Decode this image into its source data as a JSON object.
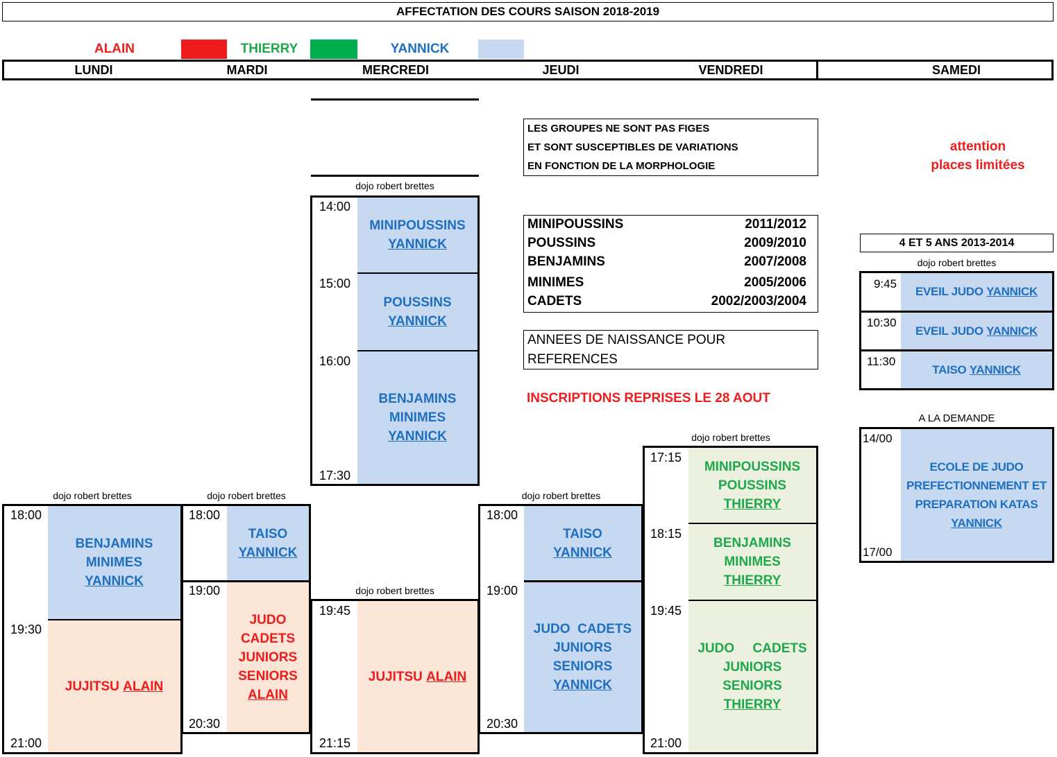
{
  "title": "AFFECTATION DES COURS SAISON 2018-2019",
  "legend": [
    {
      "name": "ALAIN",
      "color": "#ee1c1c"
    },
    {
      "name": "THIERRY",
      "color": "#1ea84b"
    },
    {
      "name": "YANNICK",
      "color": "#1f6fc1"
    }
  ],
  "swatches": {
    "alain": "#ee1c1c",
    "thierry": "#00b050",
    "yannick": "#c6d9f0"
  },
  "days": [
    "LUNDI",
    "MARDI",
    "MERCREDI",
    "JEUDI",
    "VENDREDI",
    "SAMEDI"
  ],
  "dojo": "dojo robert brettes",
  "notice": {
    "lines": [
      "LES GROUPES NE SONT PAS FIGES",
      "ET SONT SUSCEPTIBLES DE VARIATIONS",
      "EN FONCTION DE LA MORPHOLOGIE"
    ]
  },
  "attention": {
    "line1": "attention",
    "line2": "places limitées"
  },
  "generations": [
    {
      "group": "MINIPOUSSINS",
      "years": "2011/2012"
    },
    {
      "group": "POUSSINS",
      "years": "2009/2010"
    },
    {
      "group": "BENJAMINS",
      "years": "2007/2008"
    },
    {
      "group": "MINIMES",
      "years": "2005/2006"
    },
    {
      "group": "CADETS",
      "years": "2002/2003/2004"
    }
  ],
  "naissance": {
    "line1": "ANNEES DE NAISSANCE POUR",
    "line2": "REFERENCES"
  },
  "inscriptions": "INSCRIPTIONS REPRISES LE 28 AOUT",
  "mercredi_apm": {
    "times": [
      "14:00",
      "15:00",
      "16:00",
      "17:30"
    ],
    "cells": [
      {
        "lines": [
          "MINIPOUSSINS"
        ],
        "coach": "YANNICK"
      },
      {
        "lines": [
          "POUSSINS"
        ],
        "coach": "YANNICK"
      },
      {
        "lines": [
          "BENJAMINS",
          "MINIMES"
        ],
        "coach": "YANNICK"
      }
    ]
  },
  "lundi": {
    "times": [
      "18:00",
      "19:30",
      "21:00"
    ],
    "cells": [
      {
        "lines": [
          "BENJAMINS",
          "MINIMES"
        ],
        "coach": "YANNICK"
      },
      {
        "prefix": "JUJITSU",
        "coach": "ALAIN"
      }
    ]
  },
  "mardi": {
    "times": [
      "18:00",
      "19:00",
      "20:30"
    ],
    "cells": [
      {
        "lines": [
          "TAISO"
        ],
        "coach": "YANNICK"
      },
      {
        "lines": [
          "JUDO",
          "CADETS",
          "JUNIORS",
          "SENIORS"
        ],
        "coach": "ALAIN"
      }
    ]
  },
  "mercredi_soir": {
    "times": [
      "19:45",
      "21:15"
    ],
    "cells": [
      {
        "prefix": "JUJITSU",
        "coach": "ALAIN"
      }
    ]
  },
  "jeudi": {
    "times": [
      "18:00",
      "19:00",
      "20:30"
    ],
    "cells": [
      {
        "lines": [
          "TAISO"
        ],
        "coach": "YANNICK"
      },
      {
        "lines": [
          "JUDO  CADETS",
          "JUNIORS",
          "SENIORS"
        ],
        "coach": "YANNICK"
      }
    ]
  },
  "vendredi": {
    "times": [
      "17:15",
      "18:15",
      "19:45",
      "21:00"
    ],
    "cells": [
      {
        "lines": [
          "MINIPOUSSINS",
          "POUSSINS"
        ],
        "coach": "THIERRY"
      },
      {
        "lines": [
          "BENJAMINS",
          "MINIMES"
        ],
        "coach": "THIERRY"
      },
      {
        "lines": [
          "JUDO     CADETS",
          "JUNIORS",
          "SENIORS"
        ],
        "coach": "THIERRY"
      }
    ]
  },
  "samedi": {
    "header": "4 ET 5 ANS 2013-2014",
    "morning": [
      {
        "time": "9:45",
        "prefix": "EVEIL JUDO",
        "coach": "YANNICK"
      },
      {
        "time": "10:30",
        "prefix": "EVEIL JUDO",
        "coach": "YANNICK"
      },
      {
        "time": "11:30",
        "prefix": "TAISO",
        "coach": "YANNICK"
      }
    ],
    "demande": "A LA DEMANDE",
    "afternoon": {
      "start": "14/00",
      "end": "17/00",
      "lines": [
        "ECOLE DE JUDO",
        "PREFECTIONNEMENT ET",
        "PREPARATION KATAS"
      ],
      "coach": "YANNICK"
    }
  }
}
